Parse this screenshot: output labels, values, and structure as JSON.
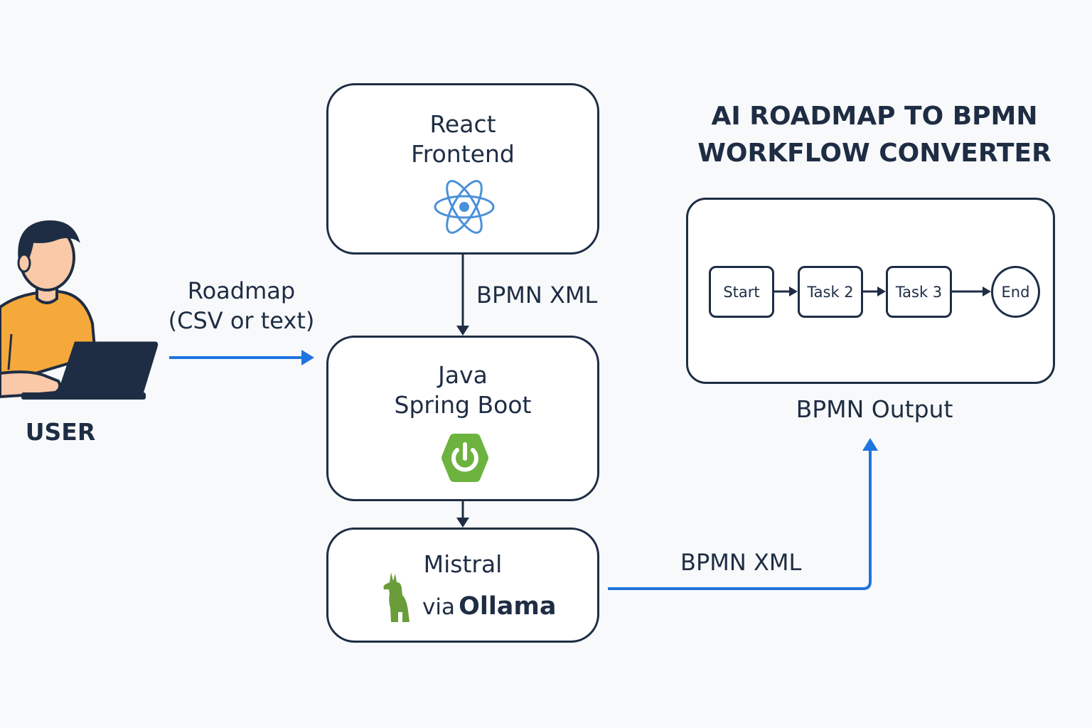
{
  "title": {
    "line1": "AI ROADMAP TO BPMN",
    "line2": "WORKFLOW CONVERTER"
  },
  "user": {
    "label": "USER",
    "input_label_line1": "Roadmap",
    "input_label_line2": "(CSV or text)"
  },
  "components": {
    "frontend": {
      "line1": "React",
      "line2": "Frontend",
      "icon": "react-logo-icon"
    },
    "backend": {
      "line1": "Java",
      "line2": "Spring Boot",
      "icon": "spring-boot-power-icon"
    },
    "llm": {
      "line1": "Mistral",
      "prefix": "via",
      "provider": "Ollama",
      "icon": "llama-icon"
    }
  },
  "edges": {
    "frontend_to_backend": "BPMN XML",
    "llm_to_output": "BPMN XML"
  },
  "output": {
    "label": "BPMN Output",
    "nodes": [
      "Start",
      "Task 2",
      "Task 3",
      "End"
    ]
  },
  "colors": {
    "ink": "#1e2d44",
    "arrow_blue": "#1f74e0",
    "react_blue": "#4a90d9",
    "spring_green": "#6db33f",
    "shirt_orange": "#f6a93b",
    "skin": "#f9c9a8"
  }
}
